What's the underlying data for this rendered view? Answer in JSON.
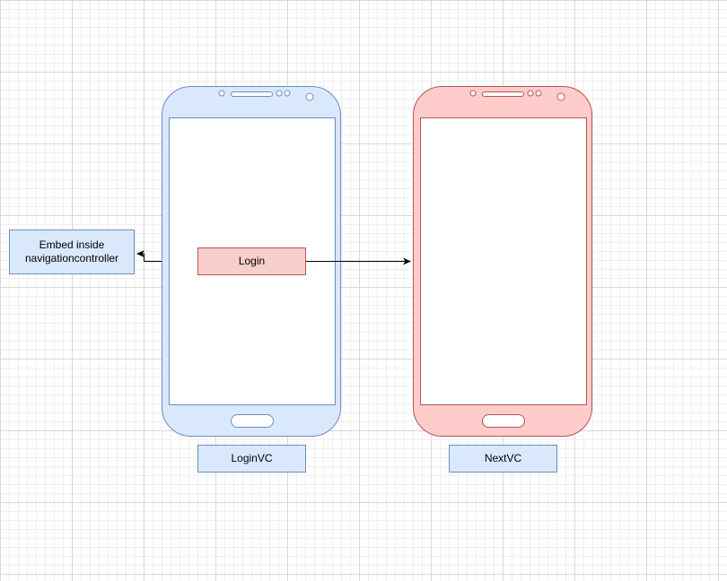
{
  "colors": {
    "blue_fill": "#dae8fc",
    "blue_stroke": "#6c8ebf",
    "red_fill": "#ffcccc",
    "red_stroke": "#b85450",
    "edge": "#000000"
  },
  "nodes": {
    "embed_note": "Embed inside navigationcontroller",
    "login_button": "Login",
    "login_vc_label": "LoginVC",
    "next_vc_label": "NextVC"
  },
  "phones": {
    "login_vc": "phone-device",
    "next_vc": "phone-device"
  }
}
